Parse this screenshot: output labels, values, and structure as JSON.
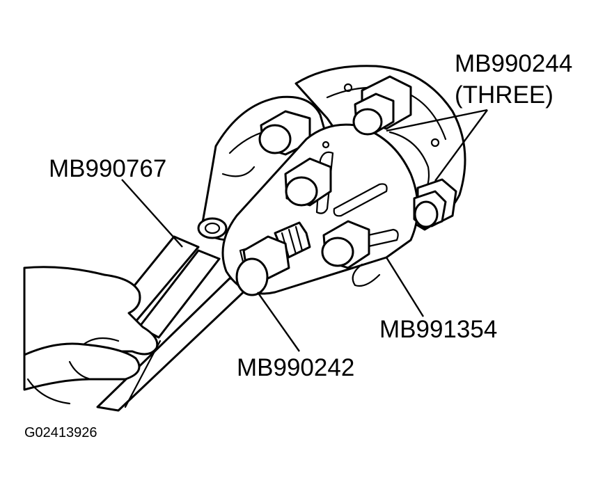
{
  "labels": {
    "mb990244": "MB990244",
    "three": "(THREE)",
    "mb990767": "MB990767",
    "mb991354": "MB991354",
    "mb990242": "MB990242"
  },
  "figure_code": "G02413926",
  "colors": {
    "line": "#000000",
    "background": "#ffffff"
  }
}
